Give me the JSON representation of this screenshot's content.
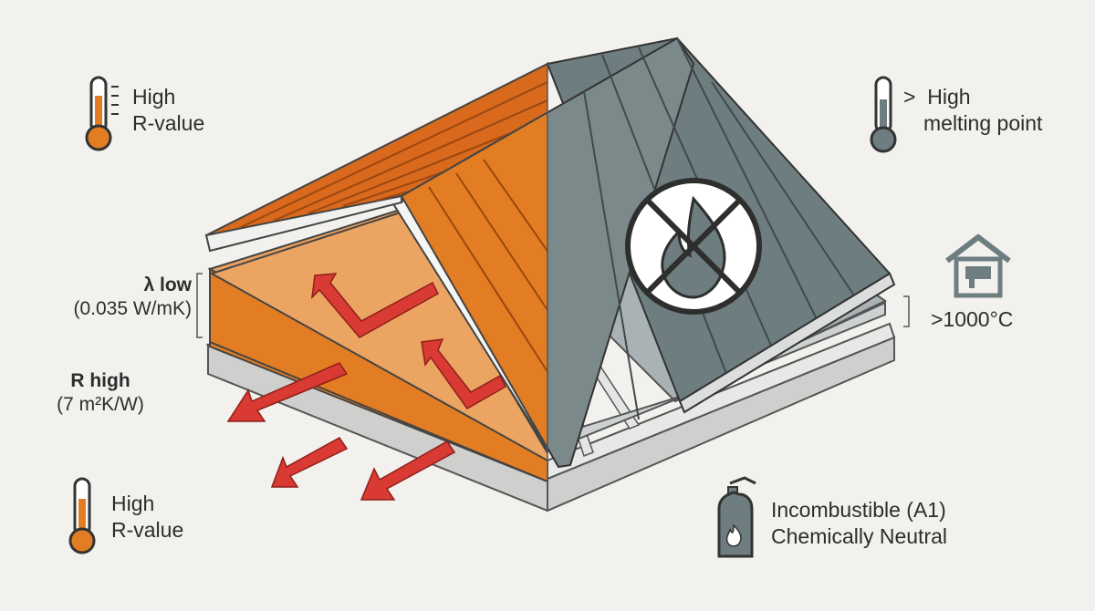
{
  "labels": {
    "top_left": {
      "line1": "High",
      "line2": "R-value"
    },
    "lambda": {
      "title": "λ low",
      "value": "(0.035 W/mK)"
    },
    "r_value": {
      "title": "R high",
      "value": "(7 m²K/W)"
    },
    "bottom_left": {
      "line1": "High",
      "line2": "R-value"
    },
    "top_right": {
      "prefix": ">",
      "line1": "High",
      "line2": "melting point"
    },
    "temperature": ">1000°C",
    "fire_class": {
      "line1": "Incombustible (A1)",
      "line2": "Chemically Neutral"
    }
  },
  "icons": {
    "top_left": "thermometer-high-icon",
    "bottom_left": "thermometer-high-icon",
    "top_right": "thermometer-icon",
    "house": "house-heat-icon",
    "fire_circle": "no-fire-icon",
    "extinguisher": "fire-extinguisher-icon"
  },
  "colors": {
    "insulation_orange": "#e27d23",
    "insulation_light": "#eba05e",
    "roof_gray": "#6e7d7f",
    "heat_arrow": "#d93a34",
    "background": "#f2f1ed"
  }
}
